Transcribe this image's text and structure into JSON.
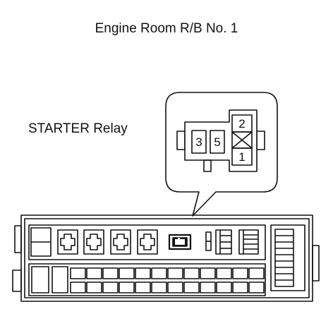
{
  "title": "Engine Room R/B No. 1",
  "relay": {
    "label": "STARTER Relay",
    "pins": [
      "3",
      "5",
      "2",
      "1"
    ]
  },
  "colors": {
    "line": "#111111",
    "background": "#ffffff",
    "pin_shade": "#d9d9d9"
  }
}
